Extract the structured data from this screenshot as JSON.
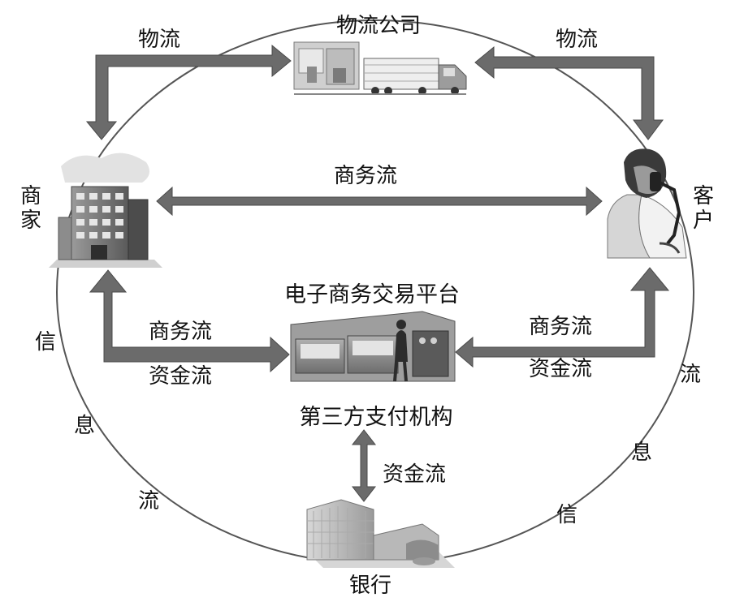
{
  "colors": {
    "arrow": "#6b6b6b",
    "ellipse": "#555555",
    "text": "#111111"
  },
  "nodes": {
    "logistics_company": "物流公司",
    "merchant_1": "商",
    "merchant_2": "家",
    "customer_1": "客",
    "customer_2": "户",
    "platform": "电子商务交易平台",
    "third_party": "第三方支付机构",
    "bank": "银行"
  },
  "flows": {
    "logistics_left": "物流",
    "logistics_right": "物流",
    "commerce_top": "商务流",
    "commerce_left": "商务流",
    "capital_left": "资金流",
    "commerce_right": "商务流",
    "capital_right": "资金流",
    "capital_bank": "资金流"
  },
  "info_flow": {
    "left": [
      "信",
      "息",
      "流"
    ],
    "right": [
      "流",
      "息",
      "信"
    ]
  },
  "icons": [
    "warehouse-truck-icon",
    "office-building-icon",
    "phone-customer-icon",
    "machinery-icon",
    "bank-building-icon"
  ]
}
